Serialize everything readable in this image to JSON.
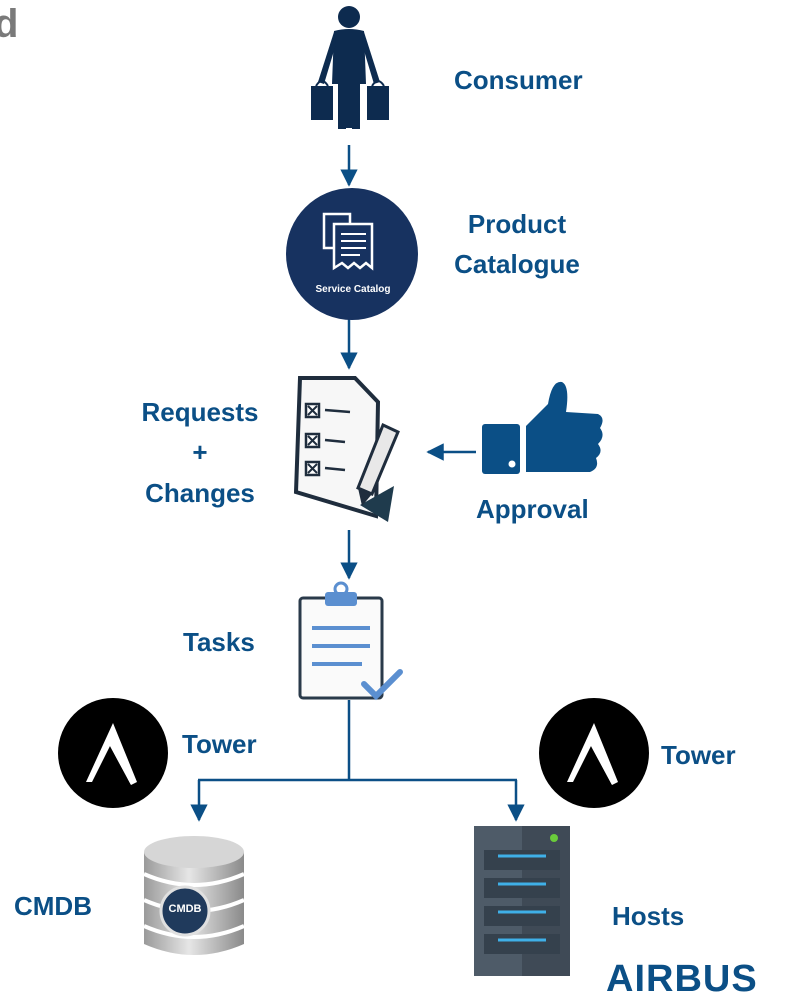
{
  "corner_text": "d",
  "nodes": {
    "consumer": "Consumer",
    "catalogue_line1": "Product",
    "catalogue_line2": "Catalogue",
    "catalogue_icon_text": "Service Catalog",
    "requests_line1": "Requests",
    "requests_line2": "+",
    "requests_line3": "Changes",
    "approval": "Approval",
    "tasks": "Tasks",
    "tower_left": "Tower",
    "tower_right": "Tower",
    "cmdb": "CMDB",
    "cmdb_icon_text": "CMDB",
    "hosts": "Hosts"
  },
  "brand": "AIRBUS",
  "colors": {
    "primary": "#0b4f86",
    "navy": "#173260",
    "dark_icon": "#0d2b4f"
  },
  "icons": [
    "person-with-bags-icon",
    "service-catalog-icon",
    "checklist-form-icon",
    "thumbs-up-icon",
    "clipboard-check-icon",
    "ansible-logo-icon",
    "database-icon",
    "server-rack-icon"
  ]
}
